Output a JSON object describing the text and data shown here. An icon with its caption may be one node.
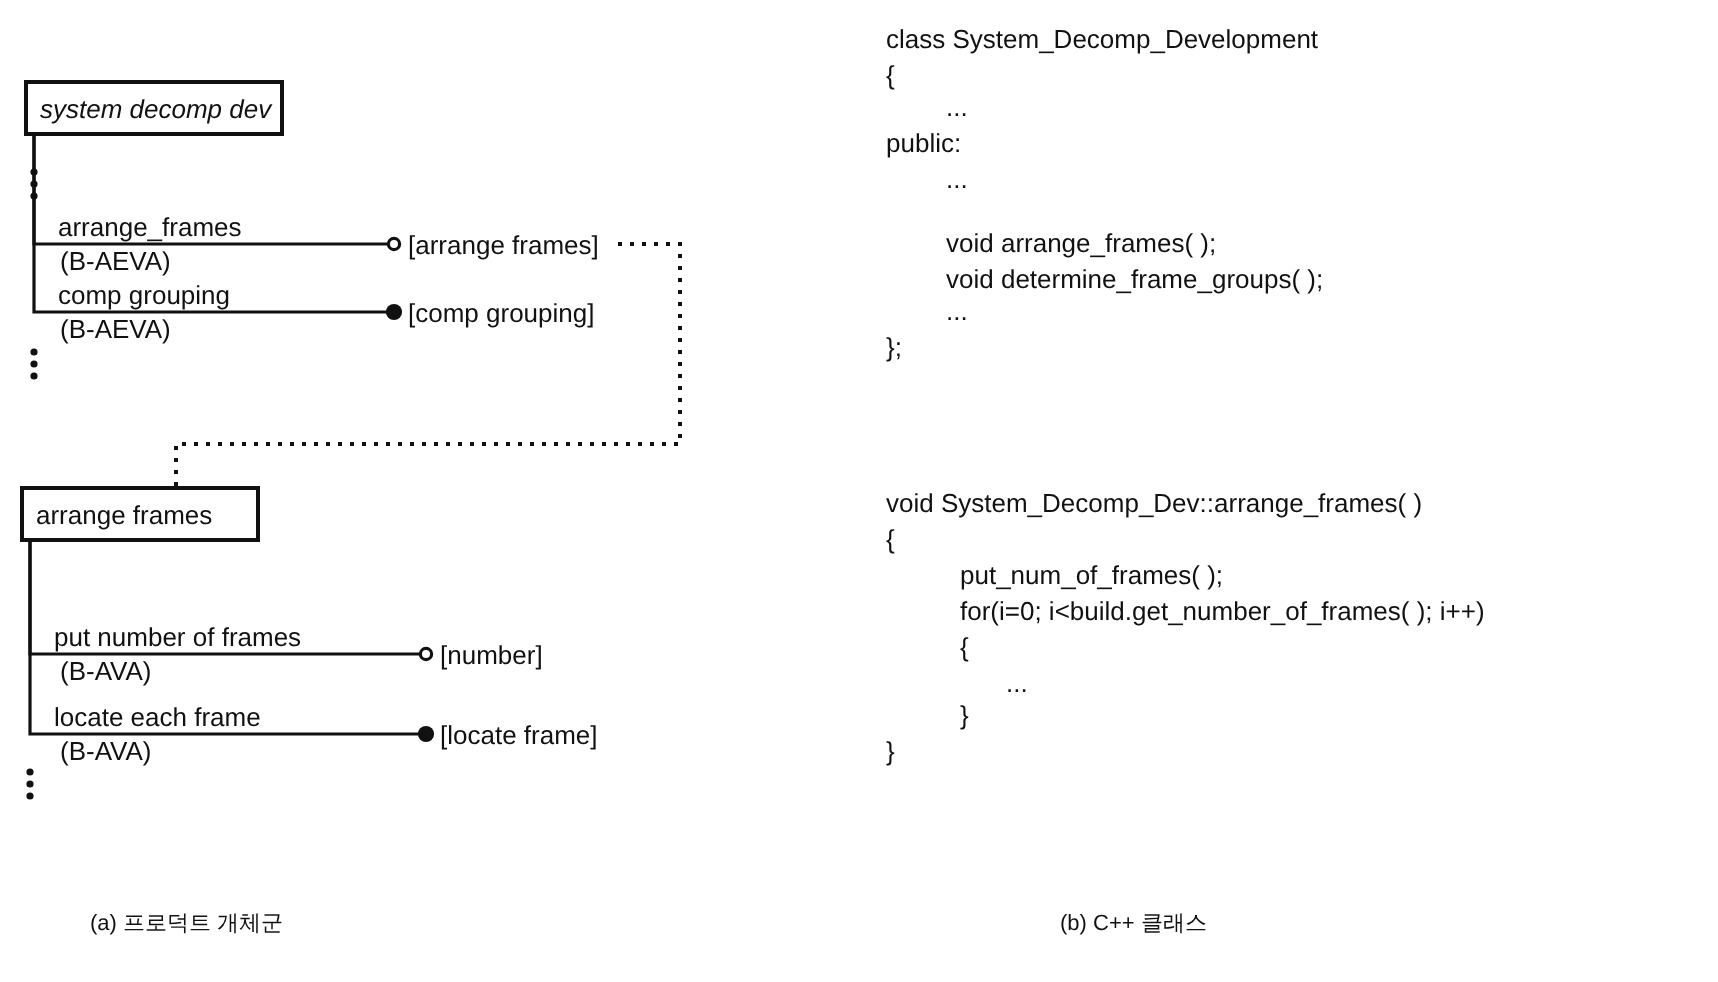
{
  "diagram": {
    "nodes": [
      {
        "text": [
          "system decomp dev"
        ]
      },
      {
        "text": [
          "[arrange frames]"
        ]
      },
      {
        "text": [
          "[comp grouping]"
        ]
      },
      {
        "text": [
          "arrange frames"
        ]
      },
      {
        "text": [
          "[number]"
        ]
      },
      {
        "text": [
          "[locate frame]"
        ]
      }
    ],
    "edges": [
      {
        "from": 0,
        "to": 1,
        "arrow": "other",
        "label": "arrange_frames"
      },
      {
        "from": 0,
        "to": 2,
        "arrow": "other",
        "label": "comp grouping"
      },
      {
        "from": 1,
        "to": 3,
        "arrow": "none",
        "style": "dashed"
      },
      {
        "from": 3,
        "to": 4,
        "arrow": "other",
        "label": "put number of frames"
      },
      {
        "from": 3,
        "to": 5,
        "arrow": "other",
        "label": "locate each frame"
      }
    ],
    "labels": [
      "(B-AEVA)",
      "(B-AEVA)",
      "(B-AVA)",
      "(B-AVA)",
      "class System_Decomp_Development",
      "{",
      "...",
      "public:",
      "...",
      "void arrange_frames( );",
      "void determine_frame_groups( );",
      "...",
      "};",
      "void System_Decomp_Dev::arrange_frames( )",
      "{",
      "put_num_of_frames( );",
      "for(i=0; i<build.get_number_of_frames( ); i++)",
      "{",
      "...",
      "}",
      "}",
      "(a) 프로덕트 개체군",
      "(b) C++ 클래스"
    ]
  }
}
